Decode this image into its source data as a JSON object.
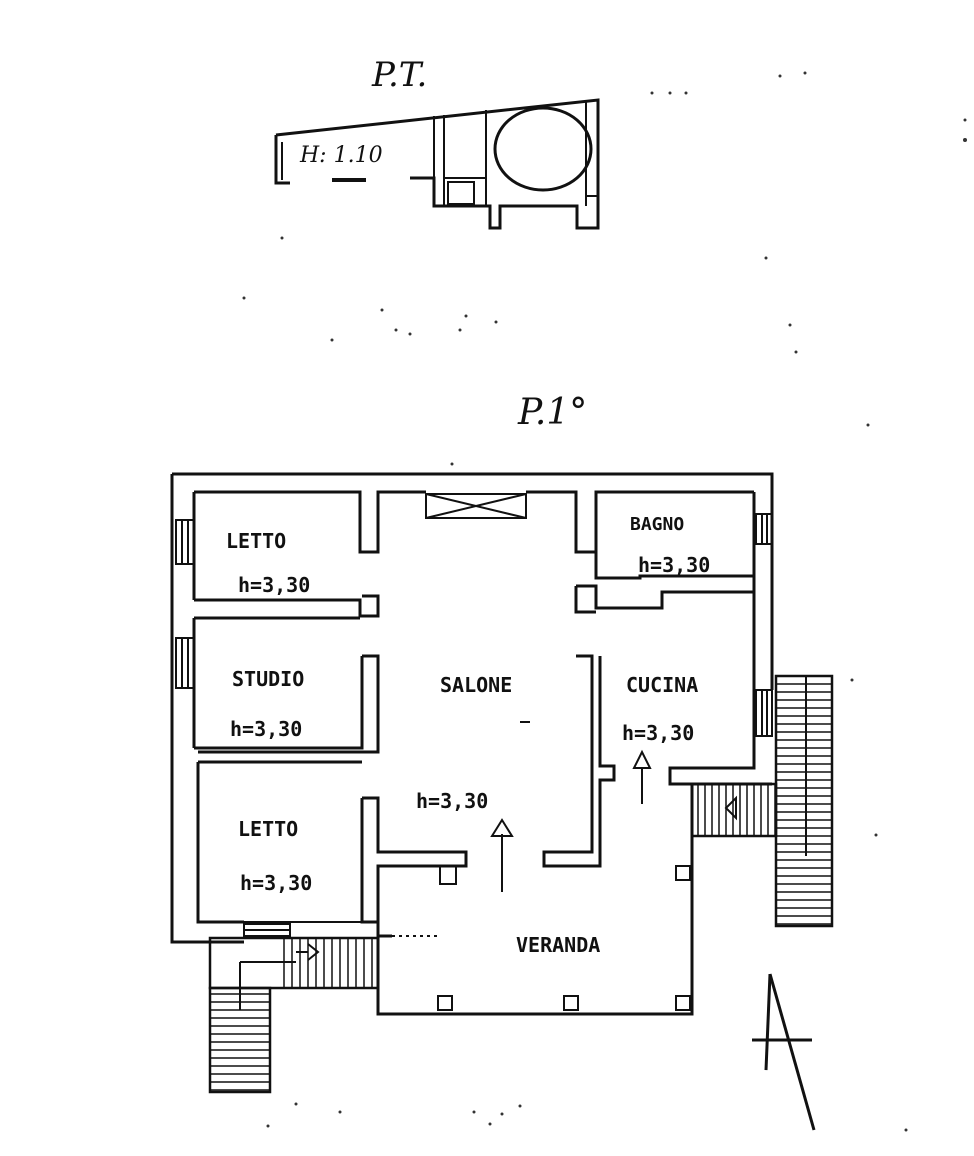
{
  "floors": {
    "ground": {
      "title": "P.T.",
      "height_label": "H: 1.10"
    },
    "first": {
      "title": "P.1°"
    }
  },
  "rooms": [
    {
      "id": "letto-1",
      "name": "LETTO",
      "height": "h=3,30"
    },
    {
      "id": "studio",
      "name": "STUDIO",
      "height": "h=3,30"
    },
    {
      "id": "letto-2",
      "name": "LETTO",
      "height": "h=3,30"
    },
    {
      "id": "salone",
      "name": "SALONE",
      "height": "h=3,30"
    },
    {
      "id": "bagno",
      "name": "BAGNO",
      "height": "h=3,30"
    },
    {
      "id": "cucina",
      "name": "CUCINA",
      "height": "h=3,30"
    },
    {
      "id": "veranda",
      "name": "VERANDA",
      "height": ""
    }
  ],
  "icons": {
    "north": "north-arrow-icon",
    "entry": "entry-arrow-icon",
    "stairs": "stairs-icon",
    "window": "window-icon"
  },
  "colors": {
    "ink": "#111111",
    "paper": "#ffffff"
  }
}
